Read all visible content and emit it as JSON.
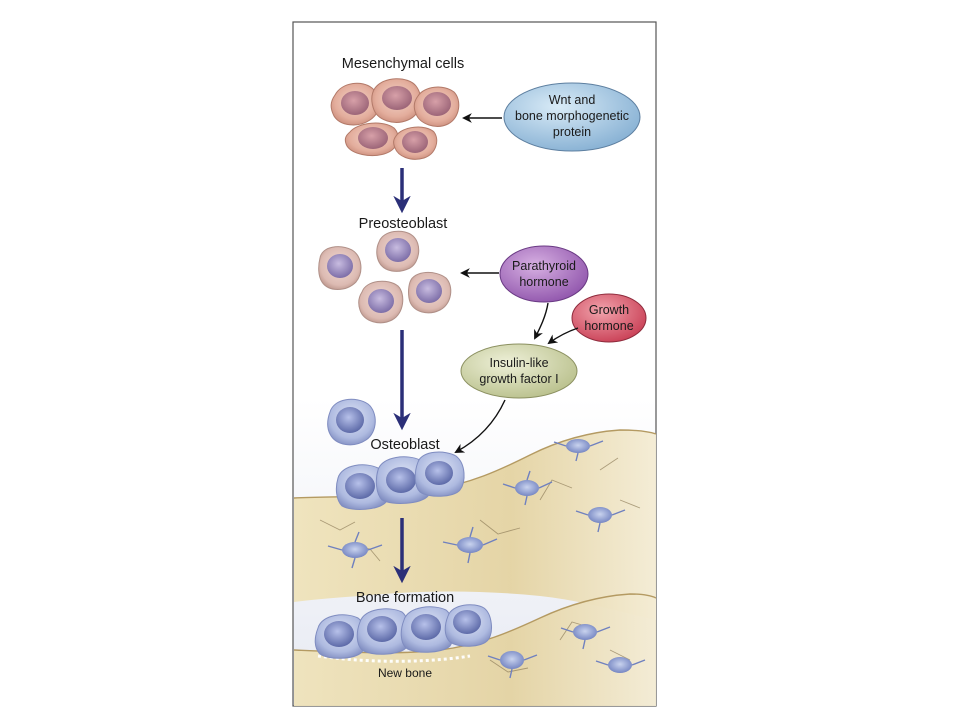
{
  "stages": {
    "mesenchymal": "Mesenchymal cells",
    "preosteoblast": "Preosteoblast",
    "osteoblast": "Osteoblast",
    "bone_formation": "Bone formation"
  },
  "factors": {
    "wnt": {
      "line1": "Wnt and",
      "line2": "bone morphogenetic",
      "line3": "protein",
      "color": "#9fc3df"
    },
    "pth": {
      "line1": "Parathyroid",
      "line2": "hormone",
      "color": "#a870c0"
    },
    "gh": {
      "line1": "Growth",
      "line2": "hormone",
      "color": "#d9586a"
    },
    "igf": {
      "line1": "Insulin-like",
      "line2": "growth factor I",
      "color": "#cfd6a6"
    }
  },
  "new_bone_label": "New bone",
  "colors": {
    "pathway_arrow": "#2b2f78",
    "bone_matrix": "#eadcaf",
    "mesenchymal_cell": "#e7b5a6",
    "osteoblast_cell": "#b9c4e6"
  }
}
